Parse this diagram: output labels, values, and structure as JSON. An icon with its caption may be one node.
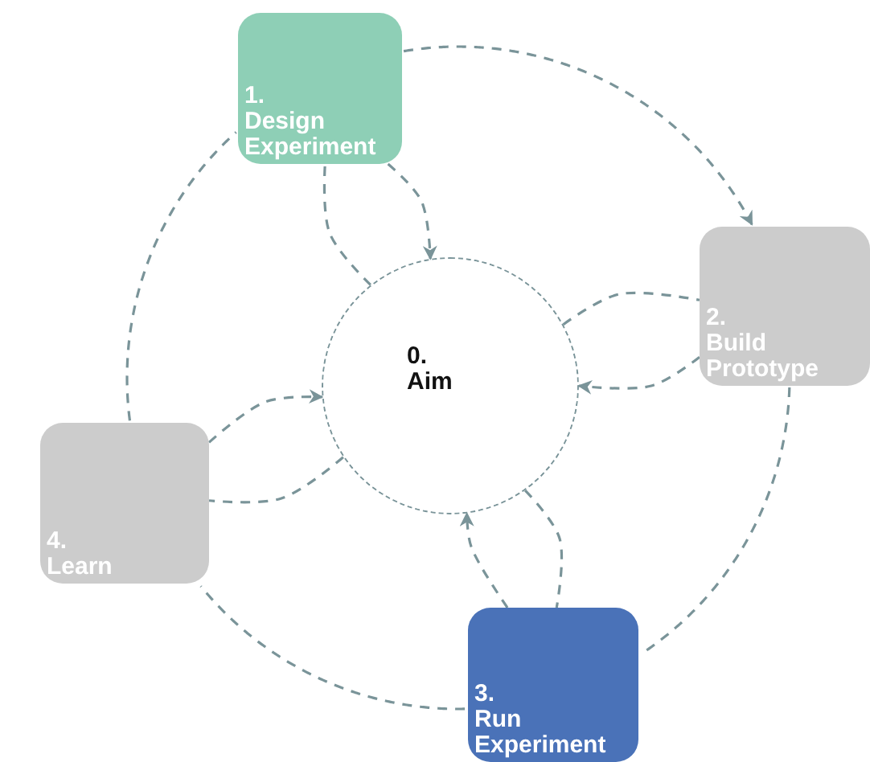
{
  "diagram": {
    "nodes": [
      {
        "text": [
          "0.",
          "Aim"
        ]
      },
      {
        "text": [
          "1.",
          "Design Experiment"
        ]
      },
      {
        "text": [
          "2.",
          "Build Prototype"
        ]
      },
      {
        "text": [
          "3.",
          "Run Experiment"
        ]
      },
      {
        "text": [
          "4.",
          "Learn"
        ]
      }
    ],
    "edges": [
      {
        "from": 1,
        "to": 2,
        "arrow": "to",
        "style": "dashed"
      },
      {
        "from": 2,
        "to": 3,
        "arrow": "none",
        "style": "dashed"
      },
      {
        "from": 3,
        "to": 4,
        "arrow": "none",
        "style": "dashed"
      },
      {
        "from": 4,
        "to": 1,
        "arrow": "none",
        "style": "dashed"
      },
      {
        "from": 1,
        "to": 0,
        "arrow": "to",
        "style": "dashed"
      },
      {
        "from": 0,
        "to": 1,
        "arrow": "none",
        "style": "dashed"
      },
      {
        "from": 2,
        "to": 0,
        "arrow": "to",
        "style": "dashed"
      },
      {
        "from": 0,
        "to": 2,
        "arrow": "none",
        "style": "dashed"
      },
      {
        "from": 3,
        "to": 0,
        "arrow": "to",
        "style": "dashed"
      },
      {
        "from": 0,
        "to": 3,
        "arrow": "none",
        "style": "dashed"
      },
      {
        "from": 4,
        "to": 0,
        "arrow": "to",
        "style": "dashed"
      },
      {
        "from": 0,
        "to": 4,
        "arrow": "none",
        "style": "dashed"
      }
    ]
  }
}
